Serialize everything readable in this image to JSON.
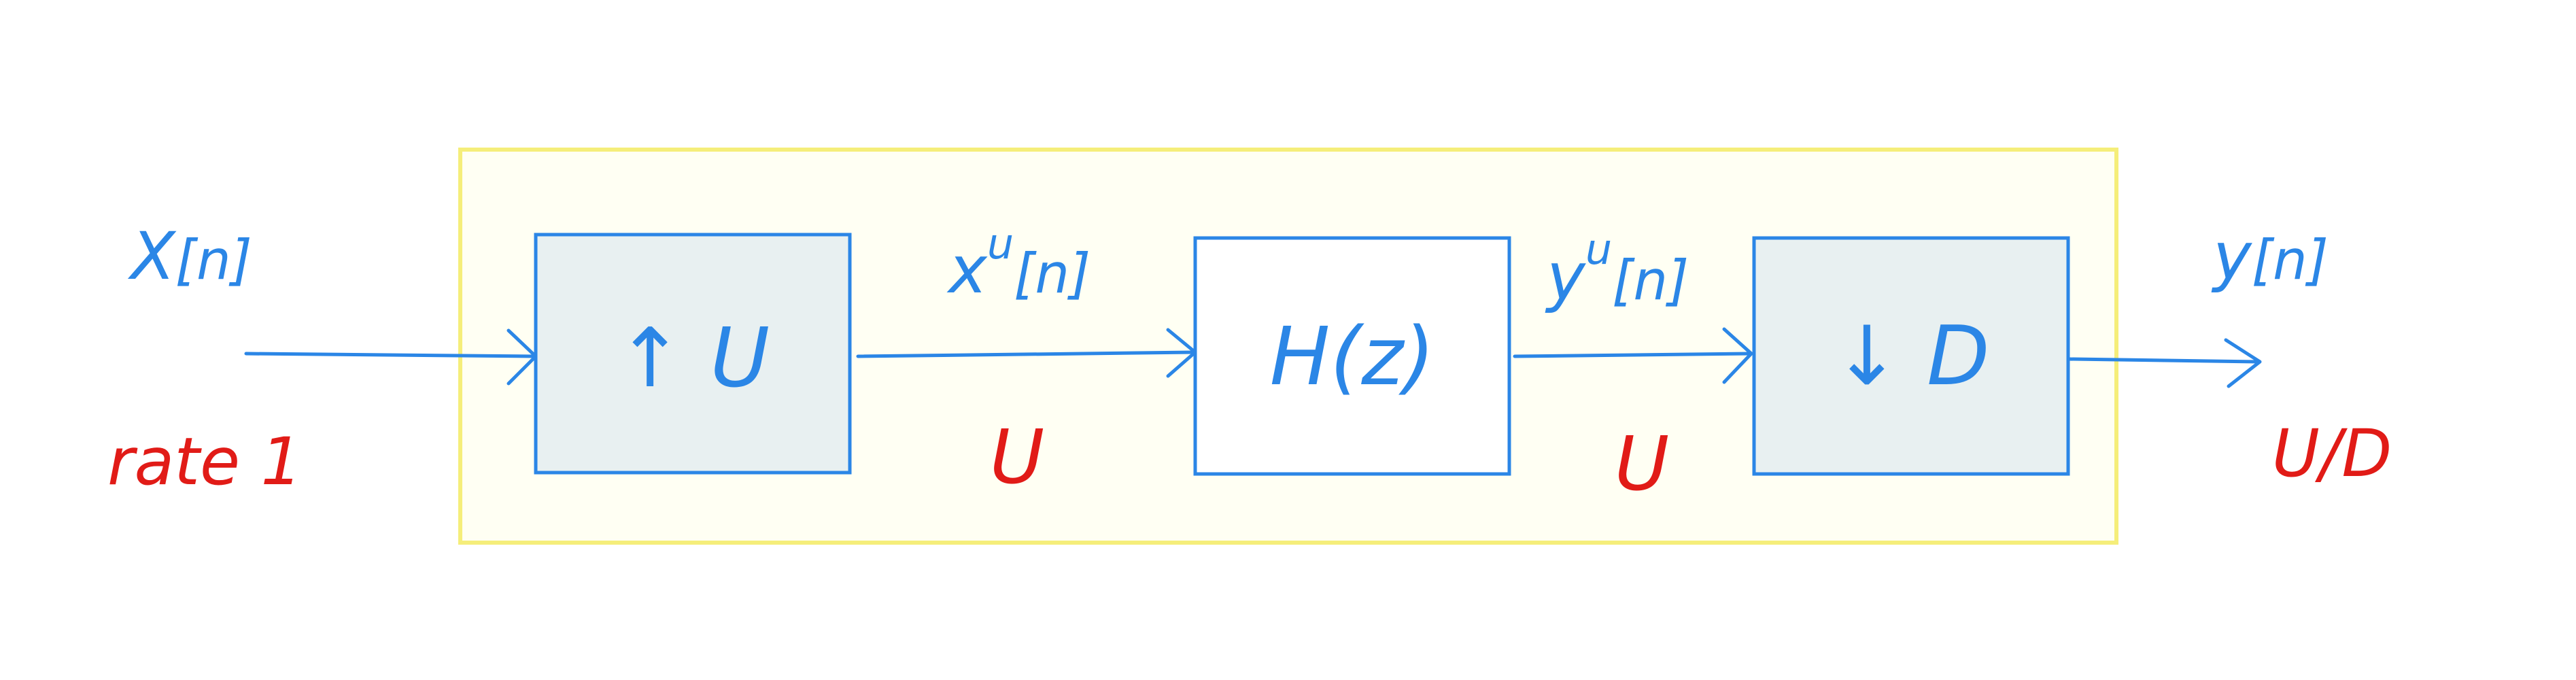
{
  "colors": {
    "ink_blue": "#2b86e6",
    "ink_red": "#e11b17",
    "system_border": "#f5ee7a",
    "system_fill": "#fffff3",
    "shaded_block_fill": "#e8f0f1",
    "plain_block_fill": "#ffffff"
  },
  "signals": {
    "input": {
      "base": "X",
      "index": "[n]"
    },
    "upsampled": {
      "base": "x",
      "superscript": "u",
      "index": "[n]"
    },
    "filtered": {
      "base": "y",
      "superscript": "u",
      "index": "[n]"
    },
    "output": {
      "base": "y",
      "index": "[n]"
    }
  },
  "blocks": {
    "upsampler": {
      "label": "↑ U",
      "shaded": true
    },
    "filter": {
      "label": "H(z)",
      "shaded": false
    },
    "downsampler": {
      "label": "↓ D",
      "shaded": true
    }
  },
  "rates": {
    "input": "rate  1",
    "after_upsampler": "U",
    "after_filter": "U",
    "output": "U/D"
  }
}
